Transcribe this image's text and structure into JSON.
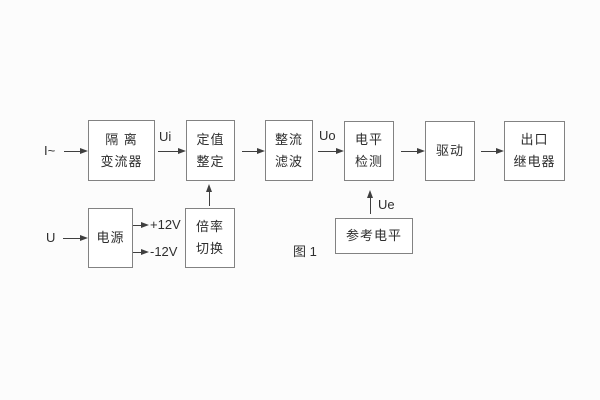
{
  "figure": {
    "caption": "图 1",
    "background_color": "#fcfcfc",
    "box_fill_color": "#ffffff",
    "box_border_color": "#828282",
    "line_color": "#3f3f3f",
    "text_color": "#2e2e2e"
  },
  "labels": {
    "input_current": "I~",
    "ui": "Ui",
    "uo": "Uo",
    "input_voltage": "U",
    "plus_12v": "+12V",
    "minus_12v": "-12V",
    "ue": "Ue"
  },
  "boxes": {
    "isolation_transformer": {
      "line1": "隔  离",
      "line2": "变流器"
    },
    "setting_adjust": {
      "line1": "定值",
      "line2": "整定"
    },
    "rectifier_filter": {
      "line1": "整流",
      "line2": "滤波"
    },
    "level_detect": {
      "line1": "电平",
      "line2": "检测"
    },
    "drive": {
      "line1": "驱动"
    },
    "output_relay": {
      "line1": "出口",
      "line2": "继电器"
    },
    "power_supply": {
      "line1": "电源"
    },
    "ratio_switch": {
      "line1": "倍率",
      "line2": "切换"
    },
    "reference_level": {
      "line1": "参考电平"
    }
  }
}
